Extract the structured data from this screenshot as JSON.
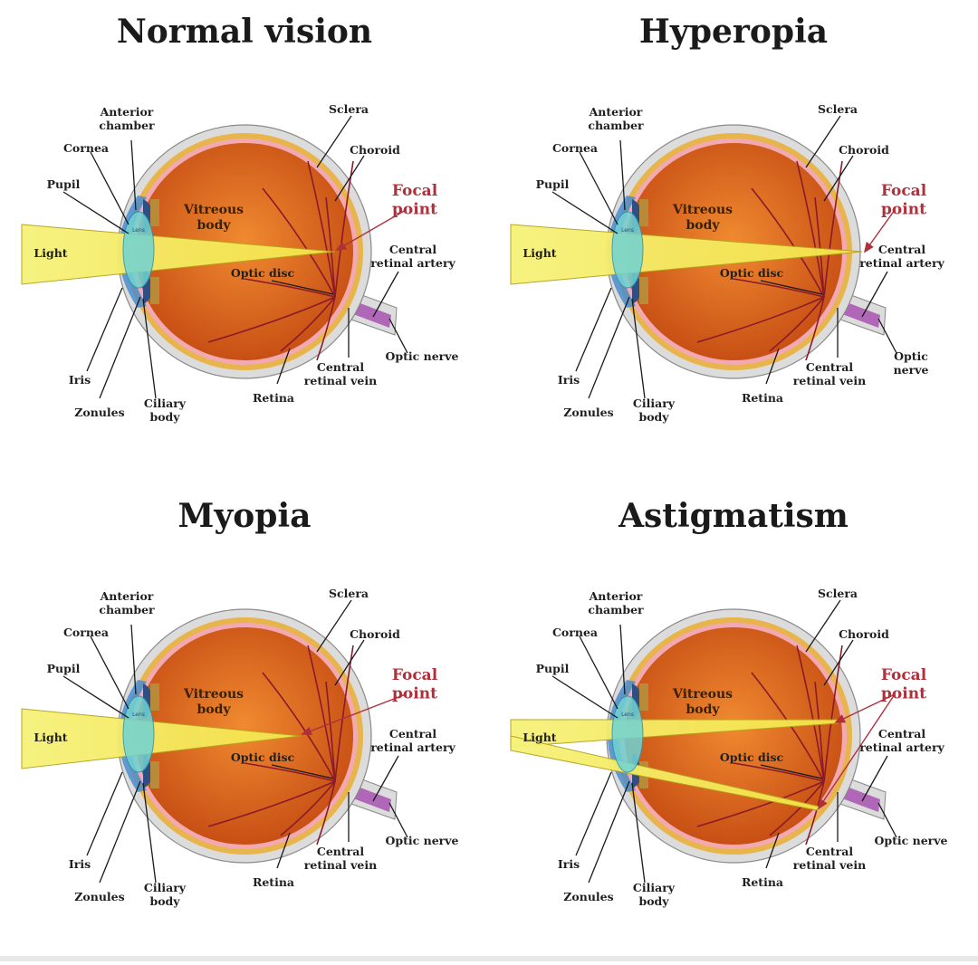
{
  "colors": {
    "sclera": "#dcdcdc",
    "choroid": "#e8b44c",
    "retina": "#f2a9b2",
    "vitreous": "#d9661f",
    "lens": "#6fd3d4",
    "light": "#f3f07a",
    "iris": "#4a8ccc",
    "vessel": "#8a1a2a",
    "nerve": "#b067b8",
    "focal_text": "#b0303a"
  },
  "panels": [
    {
      "id": "normal",
      "title": "Normal vision",
      "labels": {
        "anterior_chamber": [
          "Anterior",
          "chamber"
        ],
        "cornea": "Cornea",
        "pupil": "Pupil",
        "light": "Light",
        "lens": "Lens",
        "vitreous": [
          "Vitreous",
          "body"
        ],
        "sclera": "Sclera",
        "choroid": "Choroid",
        "focal": [
          "Focal",
          "point"
        ],
        "central_artery": [
          "Central",
          "retinal artery"
        ],
        "optic_disc": "Optic disc",
        "optic_nerve": [
          "Optic nerve"
        ],
        "central_vein": [
          "Central",
          "retinal vein"
        ],
        "retina": "Retina",
        "iris": "Iris",
        "zonules": "Zonules",
        "ciliary": [
          "Ciliary",
          "body"
        ]
      }
    },
    {
      "id": "hyperopia",
      "title": "Hyperopia",
      "labels": {
        "anterior_chamber": [
          "Anterior",
          "chamber"
        ],
        "cornea": "Cornea",
        "pupil": "Pupil",
        "light": "Light",
        "lens": "Lens",
        "vitreous": [
          "Vitreous",
          "body"
        ],
        "sclera": "Sclera",
        "choroid": "Choroid",
        "focal": [
          "Focal",
          "point"
        ],
        "central_artery": [
          "Central",
          "retinal artery"
        ],
        "optic_disc": "Optic disc",
        "optic_nerve": [
          "Optic",
          "nerve"
        ],
        "central_vein": [
          "Central",
          "retinal vein"
        ],
        "retina": "Retina",
        "iris": "Iris",
        "zonules": "Zonules",
        "ciliary": [
          "Ciliary",
          "body"
        ]
      }
    },
    {
      "id": "myopia",
      "title": "Myopia",
      "labels": {
        "anterior_chamber": [
          "Anterior",
          "chamber"
        ],
        "cornea": "Cornea",
        "pupil": "Pupil",
        "light": "Light",
        "lens": "Lens",
        "vitreous": [
          "Vitreous",
          "body"
        ],
        "sclera": "Sclera",
        "choroid": "Choroid",
        "focal": [
          "Focal",
          "point"
        ],
        "central_artery": [
          "Central",
          "retinal artery"
        ],
        "optic_disc": "Optic disc",
        "optic_nerve": [
          "Optic nerve"
        ],
        "central_vein": [
          "Central",
          "retinal vein"
        ],
        "retina": "Retina",
        "iris": "Iris",
        "zonules": "Zonules",
        "ciliary": [
          "Ciliary",
          "body"
        ]
      }
    },
    {
      "id": "astigmatism",
      "title": "Astigmatism",
      "labels": {
        "anterior_chamber": [
          "Anterior",
          "chamber"
        ],
        "cornea": "Cornea",
        "pupil": "Pupil",
        "light": "Light",
        "lens": "Lens",
        "vitreous": [
          "Vitreous",
          "body"
        ],
        "sclera": "Sclera",
        "choroid": "Choroid",
        "focal": [
          "Focal",
          "point"
        ],
        "central_artery": [
          "Central",
          "retinal artery"
        ],
        "optic_disc": "Optic disc",
        "optic_nerve": [
          "Optic nerve"
        ],
        "central_vein": [
          "Central",
          "retinal vein"
        ],
        "retina": "Retina",
        "iris": "Iris",
        "zonules": "Zonules",
        "ciliary": [
          "Ciliary",
          "body"
        ]
      }
    }
  ]
}
